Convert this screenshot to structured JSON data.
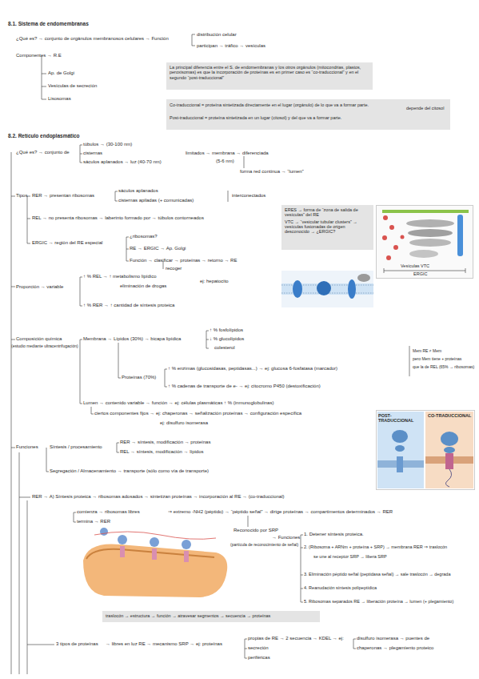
{
  "diagram": {
    "nodes": [
      {
        "text": [
          "La principal diferencia entre el S. de endomembranas y los otros orgánulos (mitocondrias, plastos, peroxisomas) es que la incorporación de proteínas es en primer caso es “co-traduccional” y en el segundo “post-traduccional”"
        ]
      },
      {
        "text": [
          "Co-traduccional = proteína sintetizada directamente en el lugar (orgánulo) de lo que va a formar parte.",
          "Post-traduccional = proteína sintetizada en un lugar (citosol) y del que va a formar parte.",
          "depende del citosol"
        ]
      },
      {
        "text": [
          "ERES → forma de “zona de salida de vesículas” del RE",
          "VTC → “vesicular tubular clusters” → vesículas fusionadas de origen desconocido → ¿ERGIC?"
        ]
      },
      {
        "text": [
          "Vesículas VTC",
          "ERGIC"
        ]
      },
      {
        "text": [
          "POST-TRADUCCIONAL",
          "CO-TRADUCCIONAL"
        ]
      },
      {
        "text": [
          "traslocón → estructura → función → atravesar segmentos → secuencia → proteínas"
        ]
      }
    ],
    "labels": [
      "8.1. Sistema de endomembranas",
      "¿Qué es? → conjunto de orgánulos membranosos celulares → Función",
      "distribución celular",
      "participan → tráfico → vesículas",
      "Componentes → R.E",
      "Ap. de Golgi",
      "Vesículas de secreción",
      "Lisosomas",
      "8.2. Retículo endoplasmático",
      "¿Qué es? → conjunto de",
      "túbulos → (30-100 nm)",
      "cisternas",
      "sáculos aplanados → luz (40-70 nm)",
      "limitados → membrana → diferenciada",
      "(5-6 nm)",
      "forma red continua → “lumen”",
      "Tipos",
      "RER → presentan ribosomas",
      "sáculos aplanados",
      "cisternas apiladas (+ comunicadas)",
      "interconectados",
      "REL → no presenta ribosomas → laberinto formado por → túbulos contorneados",
      "ERGIC → región del RE especial",
      "¿ribosomas?",
      "RE → ERGIC → Ap. Golgi",
      "Función → clasificar → proteínas → retorno → RE",
      "recoger",
      "Proporción → variable",
      "↑ % REL → ↑ metabolismo lipídico",
      "eliminación de drogas",
      "ej: hepatocito",
      "↑ % RER → ↑ cantidad de síntesis proteica",
      "Composición química",
      "(estudio mediante ultracentrifugación)",
      "Membrana → Lípidos (30%) → bicapa lipídica",
      "↑ % fosfolípidos",
      "↓ % glucolípidos",
      "colesterol",
      "Proteínas (70%)",
      "↑ % enzimas (glucosidasas, peptidasas...) → ej: glucosa 6-fosfatasa (marcador)",
      "↑ % cadenas de transporte de e- → ej: citocromo P450 (destoxificación)",
      "Mem RE ≠ Mem",
      "pero Mem tiene + proteínas",
      "que la de REL (65% → ribosomas)",
      "Lumen → contenido variable → función → ej: células plasmáticas ↑ % (inmunoglobulinas)",
      "ciertos componentes fijos → ej: chaperonas → señalización proteínas → configuración específica",
      "ej: disulfuro isomerasa",
      "Funciones",
      "Síntesis / procesamiento",
      "RER → síntesis, modificación → proteínas",
      "REL → síntesis, modificación → lípidos",
      "Segregación / Almacenamiento → transporte (sólo como vía de transporte)",
      "RER → A) Síntesis proteica → ribosomas adosados → sintetizan proteínas → incorporación al RE → (co-traduccional)",
      "comienza → ribosomas libres",
      "termina → RER",
      "⇒ extremo -NH2 (péptido) → “péptido señal” → dirige proteínas → compartimentos determinados → RER",
      "Reconocido por SRP",
      "(partícula de reconocimiento de señal)",
      "→ Funciones",
      "1. Detener síntesis proteica.",
      "2. (Ribosoma + ARNm + proteína + SRP) → membrana RER ⇒ traslocón",
      "se une al receptor SRP → libera SRP",
      "3. Eliminación péptido señal (peptidasa señal) → sale traslocón → degrada",
      "4. Reanudación síntesis polipeptídica",
      "5. Ribosomas separados RE → liberación proteína → lumen (+ plegamiento)",
      "3 tipos de proteínas",
      "→ libres en luz RE → mecanismo SRP → ej: proteínas",
      "propias de RE → 2 secuencia → KDEL → ej:",
      "secreción",
      "periféricas",
      "disulfuro isomerasa → puentes de",
      "chaperonas → plegamiento proteico"
    ]
  }
}
